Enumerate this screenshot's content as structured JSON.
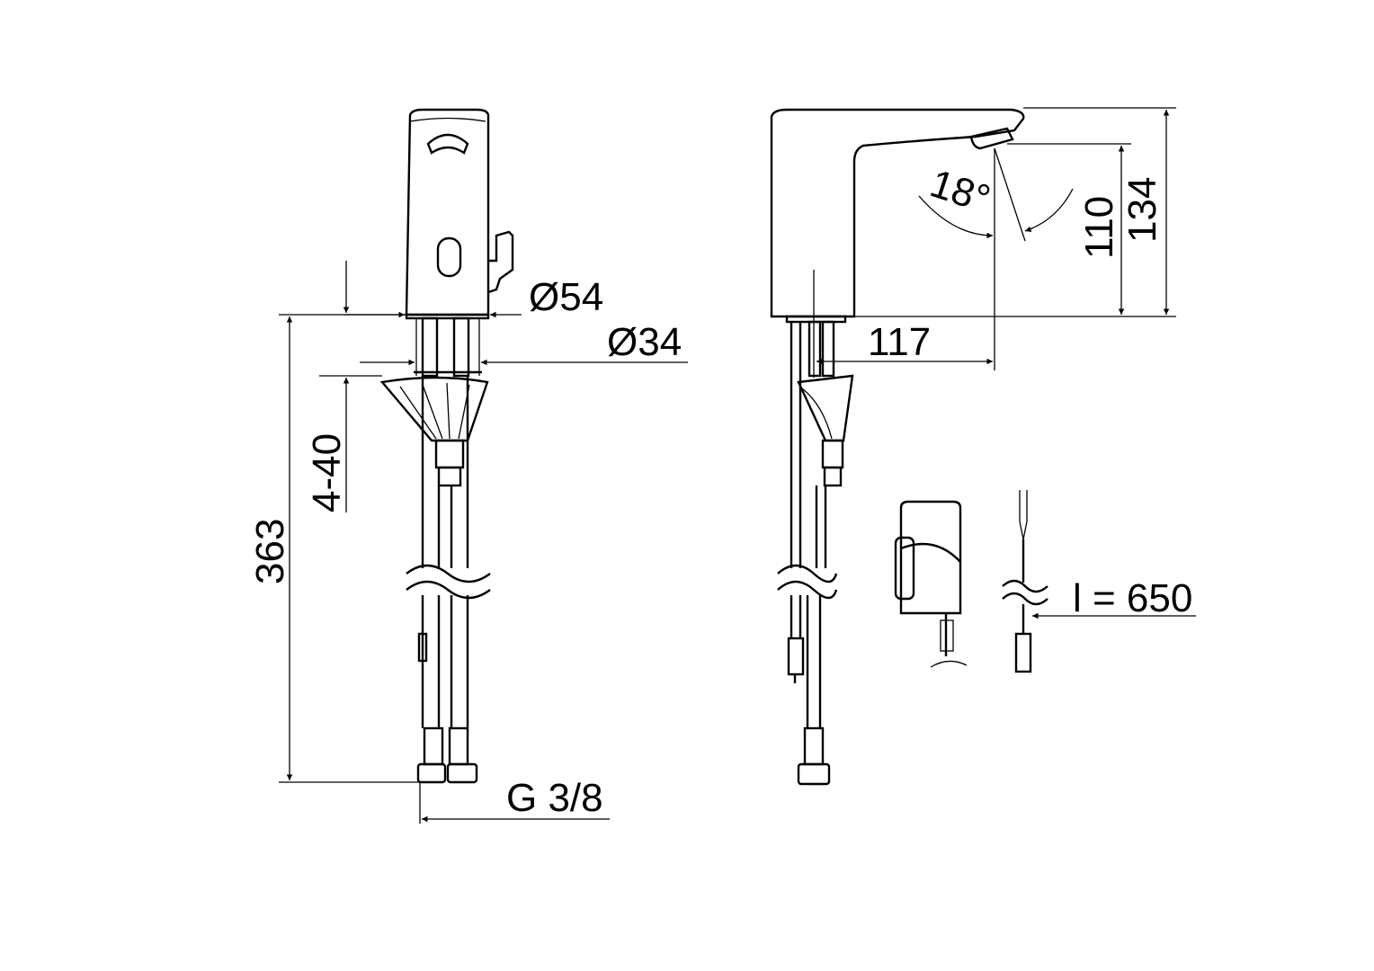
{
  "dimensions": {
    "diameter_top": "Ø54",
    "diameter_shank": "Ø34",
    "deck_thickness": "4-40",
    "total_length": "363",
    "connection_thread": "G 3/8",
    "spout_reach": "117",
    "spout_outlet_height": "110",
    "total_height": "134",
    "spout_angle": "18°",
    "cable_length": "l = 650"
  }
}
